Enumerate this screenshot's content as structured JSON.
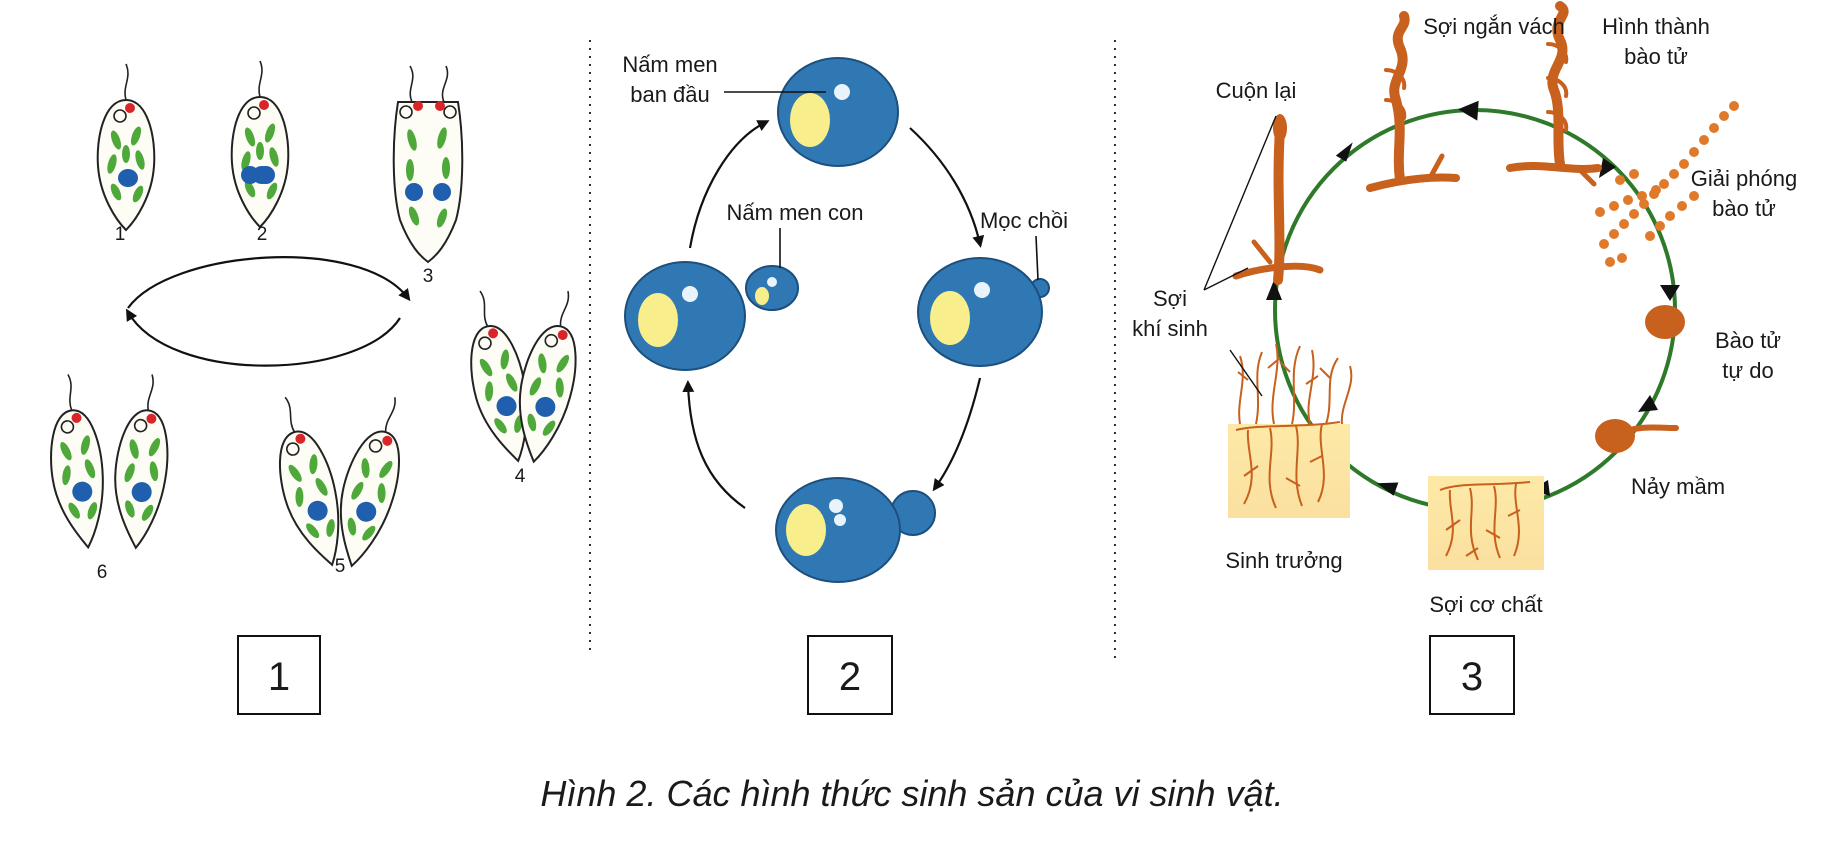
{
  "caption": "Hình 2. Các hình thức sinh sản của vi sinh vật.",
  "panels": [
    {
      "number": "1",
      "stage_numbers": [
        "1",
        "2",
        "3",
        "4",
        "5",
        "6"
      ]
    },
    {
      "number": "2",
      "labels": {
        "parent": [
          "Nấm men",
          "ban đầu"
        ],
        "daughter": "Nấm men con",
        "budding": "Mọc chồi"
      }
    },
    {
      "number": "3",
      "labels": {
        "coil": "Cuộn lại",
        "septum": "Sợi ngắn vách",
        "spore_form": [
          "Hình thành",
          "bào tử"
        ],
        "spore_release": [
          "Giải phóng",
          "bào tử"
        ],
        "free_spore": [
          "Bào tử",
          "tự do"
        ],
        "germinate": "Nảy mầm",
        "substrate": "Sợi cơ chất",
        "growth": "Sinh trưởng",
        "aerial": [
          "Sợi",
          "khí sinh"
        ]
      }
    }
  ],
  "colors": {
    "cell_green": "#4ea83a",
    "nucleus_blue": "#1f5fae",
    "eyespot_red": "#d9252a",
    "yeast_blue": "#2f78b4",
    "vacuole_yellow": "#f8ef8c",
    "hypha_orange": "#c8601e",
    "cycle_green": "#2e7a2a",
    "soil_yellow": "#fbe7a6"
  }
}
